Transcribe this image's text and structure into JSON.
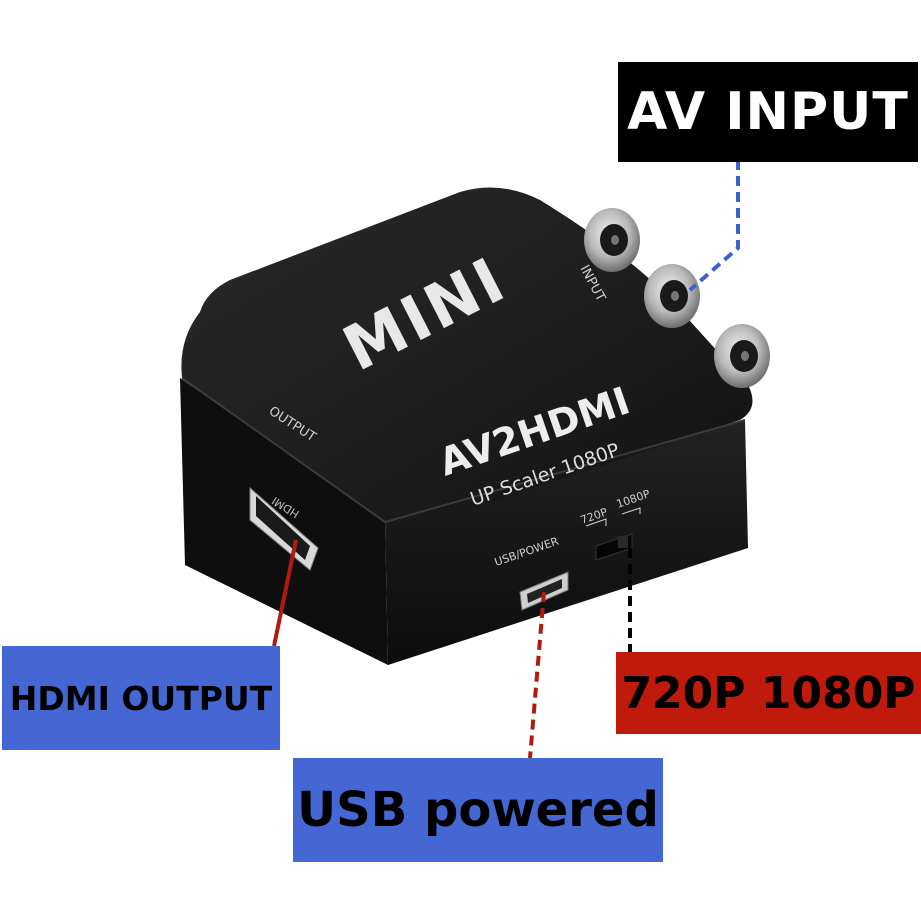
{
  "callouts": {
    "av_input": "AV INPUT",
    "hdmi_output": "HDMI OUTPUT",
    "usb_powered": "USB powered",
    "resolution": "720P 1080P"
  },
  "device": {
    "logo": "MINI",
    "model": "AV2HDMI",
    "subtitle": "UP Scaler 1080P",
    "input_port_label": "INPUT",
    "output_port_label": "OUTPUT",
    "hdmi_port_label": "HDMI",
    "usb_port_label": "USB/POWER",
    "switch_label_720": "720P",
    "switch_label_1080": "1080P"
  },
  "colors": {
    "callout_blue": "#4467d4",
    "callout_red": "#c01a0c",
    "callout_black": "#000000",
    "device_body": "#1c1c1c"
  }
}
